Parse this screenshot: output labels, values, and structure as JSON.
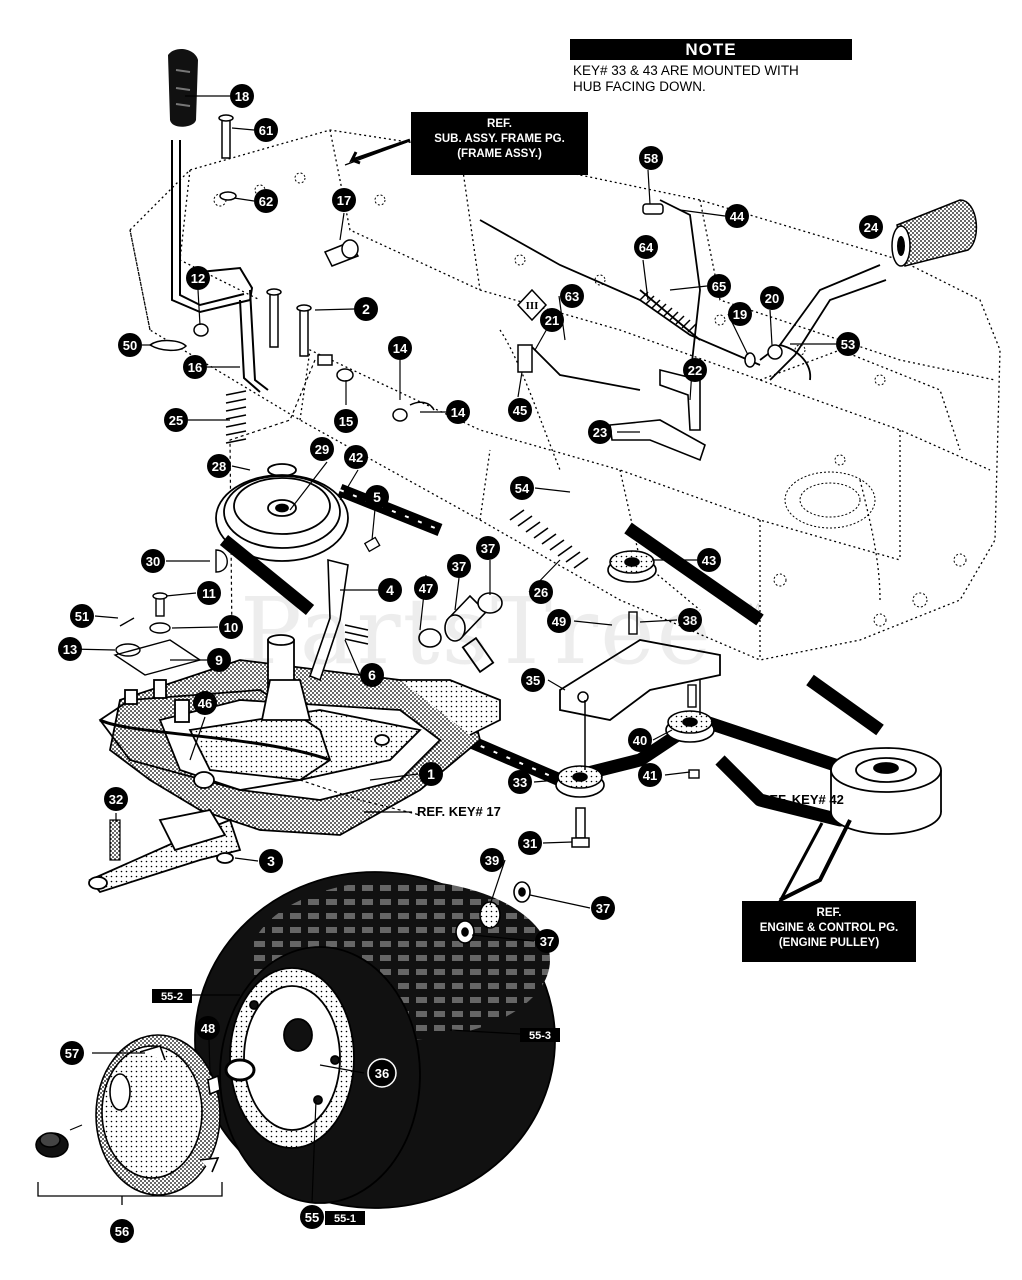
{
  "note": {
    "heading": "NOTE",
    "lines": [
      "KEY# 33 & 43 ARE MOUNTED WITH",
      "HUB FACING DOWN."
    ]
  },
  "references": {
    "frame": [
      "REF.",
      "SUB. ASSY. FRAME PG.",
      "(FRAME ASSY.)"
    ],
    "engine": [
      "REF.",
      "ENGINE & CONTROL PG.",
      "(ENGINE PULLEY)"
    ],
    "key17": "REF. KEY# 17",
    "key42": "REF. KEY# 42"
  },
  "watermark": {
    "text": "PartsTree",
    "trademark": "TM"
  },
  "shift_marker": "III",
  "callouts": [
    "18",
    "61",
    "62",
    "17",
    "12",
    "50",
    "16",
    "25",
    "2",
    "14",
    "15",
    "14",
    "28",
    "29",
    "42",
    "5",
    "30",
    "11",
    "4",
    "37",
    "47",
    "37",
    "26",
    "51",
    "10",
    "13",
    "9",
    "6",
    "46",
    "1",
    "32",
    "3",
    "58",
    "44",
    "24",
    "64",
    "65",
    "20",
    "63",
    "21",
    "19",
    "53",
    "45",
    "22",
    "23",
    "54",
    "43",
    "38",
    "49",
    "35",
    "40",
    "41",
    "33",
    "31",
    "39",
    "37",
    "37",
    "36",
    "48",
    "57",
    "55",
    "56"
  ],
  "subassembly_tags": [
    "55-2",
    "55-3",
    "55-1"
  ]
}
